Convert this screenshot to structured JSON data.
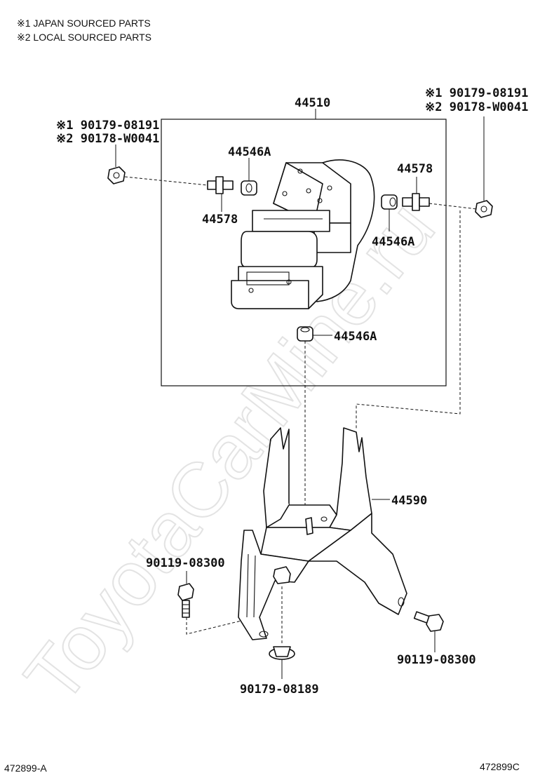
{
  "notes": {
    "note1": "※1 JAPAN SOURCED PARTS",
    "note2": "※2 LOCAL SOURCED PARTS"
  },
  "watermark": "ToyotaCarMine.ru",
  "parts": {
    "assembly": "44510",
    "bracket": "44590",
    "cushion_top": "44546A",
    "cushion_right": "44546A",
    "cushion_bottom": "44546A",
    "stud_left": "44578",
    "stud_right": "44578",
    "left_nut_label_1": "※1 90179-08191",
    "left_nut_label_2": "※2 90178-W0041",
    "right_nut_label_1": "※1 90179-08191",
    "right_nut_label_2": "※2 90178-W0041",
    "bolt_left": "90119-08300",
    "bolt_right": "90119-08300",
    "nut_bottom": "90179-08189"
  },
  "footer": {
    "left_code": "472899-A",
    "right_code": "472899C"
  }
}
